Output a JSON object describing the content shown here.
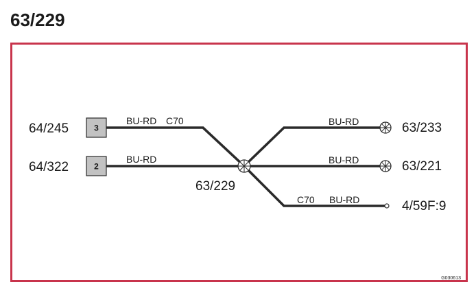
{
  "page_title": "63/229",
  "frame_color": "#c8344c",
  "splice_label": "63/229",
  "left_connectors": [
    {
      "node": "64/245",
      "pin": "3",
      "wire_color": "BU-RD",
      "circuit": "C70"
    },
    {
      "node": "64/322",
      "pin": "2",
      "wire_color": "BU-RD"
    }
  ],
  "right_connectors": [
    {
      "node": "63/233",
      "wire_color": "BU-RD",
      "symbol": "ground-crossed-circle"
    },
    {
      "node": "63/221",
      "wire_color": "BU-RD",
      "symbol": "ground-crossed-circle"
    },
    {
      "node": "4/59F:9",
      "wire_color": "BU-RD",
      "circuit": "C70",
      "symbol": "terminal-small-circle"
    }
  ],
  "reference_code": "G030613"
}
